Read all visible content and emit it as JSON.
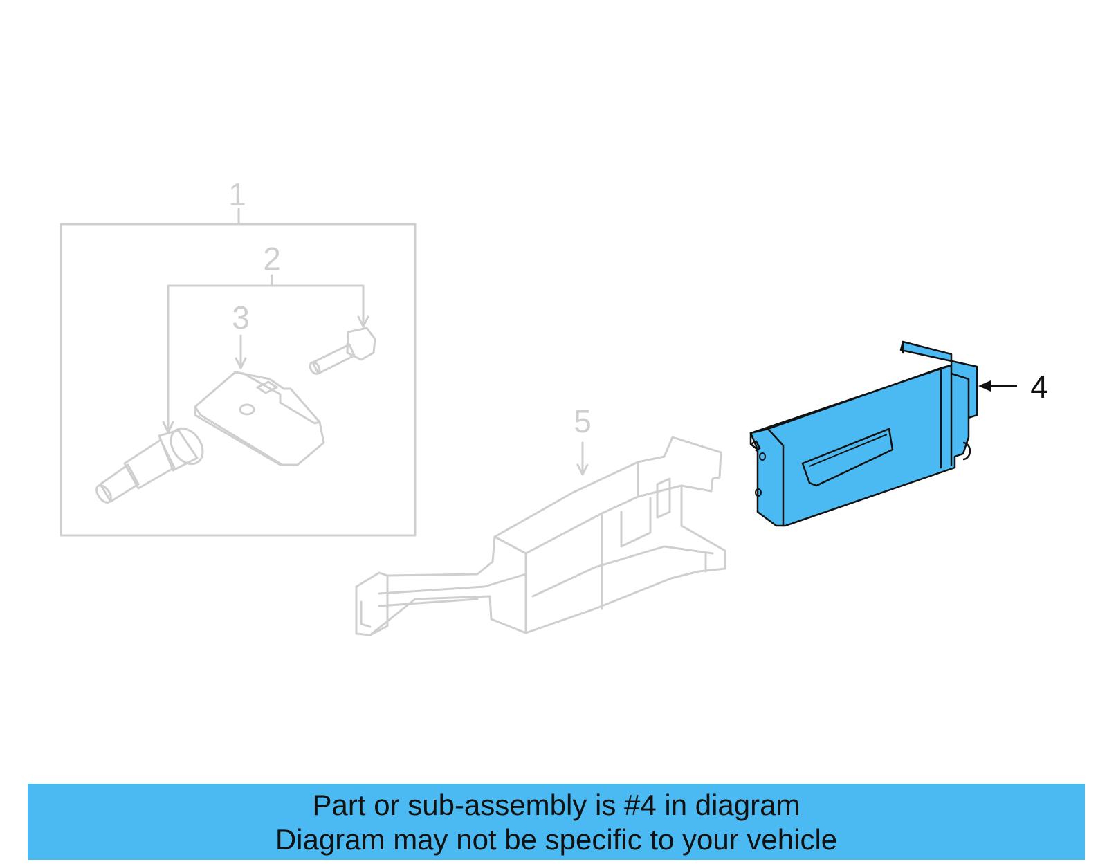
{
  "diagram": {
    "callouts": [
      {
        "id": "1",
        "label": "1"
      },
      {
        "id": "2",
        "label": "2"
      },
      {
        "id": "3",
        "label": "3"
      },
      {
        "id": "4",
        "label": "4"
      },
      {
        "id": "5",
        "label": "5"
      }
    ],
    "highlight_part": "4",
    "colors": {
      "highlight": "#4cbaf2",
      "ghost": "#cfcfcf",
      "ink": "#111111"
    }
  },
  "banner": {
    "line1": "Part or sub-assembly is #4 in diagram",
    "line2": "Diagram may not be specific to your vehicle"
  }
}
